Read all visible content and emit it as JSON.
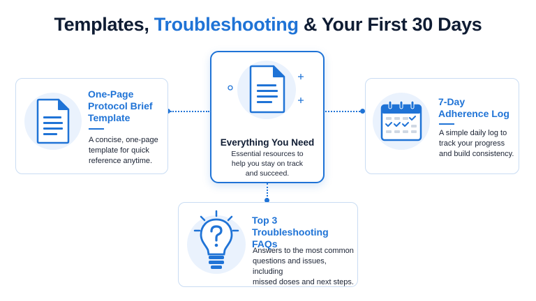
{
  "title": {
    "part1": "Templates, ",
    "accent": "Troubleshooting",
    "part2": " & Your First 30 Days"
  },
  "center": {
    "title": "Everything You Need",
    "desc_line1": "Essential resources to",
    "desc_line2": "help you stay on track",
    "desc_line3": "and succeed.",
    "icon": "document-icon"
  },
  "left": {
    "title_line1": "One-Page",
    "title_line2": "Protocol Brief",
    "title_line3": "Template",
    "desc_line1": "A concise, one-page",
    "desc_line2": "template for quick",
    "desc_line3": "reference anytime.",
    "icon": "document-icon"
  },
  "right": {
    "title_line1": "7-Day",
    "title_line2": "Adherence Log",
    "desc_line1": "A simple daily log to",
    "desc_line2": "track your progress",
    "desc_line3": "and build consistency.",
    "icon": "calendar-icon"
  },
  "bottom": {
    "title_line1": "Top 3",
    "title_line2": "Troubleshooting FAQs",
    "desc_line1": "Answers to the most common",
    "desc_line2": "questions and issues, including",
    "desc_line3": "missed doses and next steps.",
    "icon": "lightbulb-question-icon"
  },
  "colors": {
    "accent": "#1f73d6",
    "dark": "#0f1c33",
    "card_border": "#c9dcf3",
    "icon_bg": "#eaf2fd"
  }
}
